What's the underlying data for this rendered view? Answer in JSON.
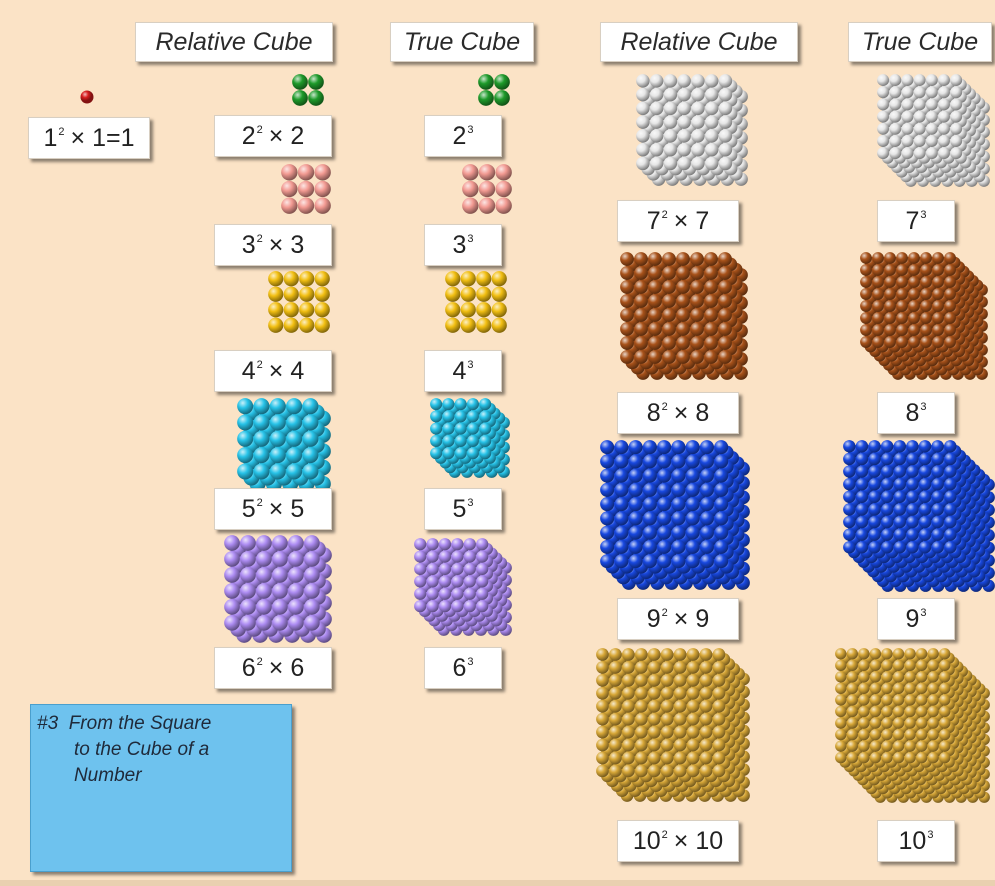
{
  "headers": {
    "relative_left": "Relative Cube",
    "true_left": "True Cube",
    "relative_right": "Relative Cube",
    "true_right": "True Cube"
  },
  "unit": {
    "base": "1",
    "exp": "2",
    "tail": "× 1=1",
    "color": "#d81e1e"
  },
  "relative": [
    {
      "n": 2,
      "base": "2",
      "exp": "2",
      "tail": "× 2",
      "color": "#1e9a2a"
    },
    {
      "n": 3,
      "base": "3",
      "exp": "2",
      "tail": "× 3",
      "color": "#f29a92"
    },
    {
      "n": 4,
      "base": "4",
      "exp": "2",
      "tail": "× 4",
      "color": "#f2bf12"
    },
    {
      "n": 5,
      "base": "5",
      "exp": "2",
      "tail": "× 5",
      "color": "#27c3e8"
    },
    {
      "n": 6,
      "base": "6",
      "exp": "2",
      "tail": "× 6",
      "color": "#ad8cf2"
    },
    {
      "n": 7,
      "base": "7",
      "exp": "2",
      "tail": "× 7",
      "color": "#e6e6e6"
    },
    {
      "n": 8,
      "base": "8",
      "exp": "2",
      "tail": "× 8",
      "color": "#a8521a"
    },
    {
      "n": 9,
      "base": "9",
      "exp": "2",
      "tail": "× 9",
      "color": "#1848e0"
    },
    {
      "n": 10,
      "base": "10",
      "exp": "2",
      "tail": "× 10",
      "color": "#d8a838"
    }
  ],
  "true": [
    {
      "n": 2,
      "base": "2",
      "exp": "3",
      "tail": "",
      "color": "#1e9a2a"
    },
    {
      "n": 3,
      "base": "3",
      "exp": "3",
      "tail": "",
      "color": "#f29a92"
    },
    {
      "n": 4,
      "base": "4",
      "exp": "3",
      "tail": "",
      "color": "#f2bf12"
    },
    {
      "n": 5,
      "base": "5",
      "exp": "3",
      "tail": "",
      "color": "#27c3e8"
    },
    {
      "n": 6,
      "base": "6",
      "exp": "3",
      "tail": "",
      "color": "#ad8cf2"
    },
    {
      "n": 7,
      "base": "7",
      "exp": "3",
      "tail": "",
      "color": "#e6e6e6"
    },
    {
      "n": 8,
      "base": "8",
      "exp": "3",
      "tail": "",
      "color": "#a8521a"
    },
    {
      "n": 9,
      "base": "9",
      "exp": "3",
      "tail": "",
      "color": "#1848e0"
    },
    {
      "n": 10,
      "base": "10",
      "exp": "3",
      "tail": "",
      "color": "#d8a838"
    }
  ],
  "note": {
    "text": "#3  From the Square\n       to the Cube of a\n       Number"
  }
}
